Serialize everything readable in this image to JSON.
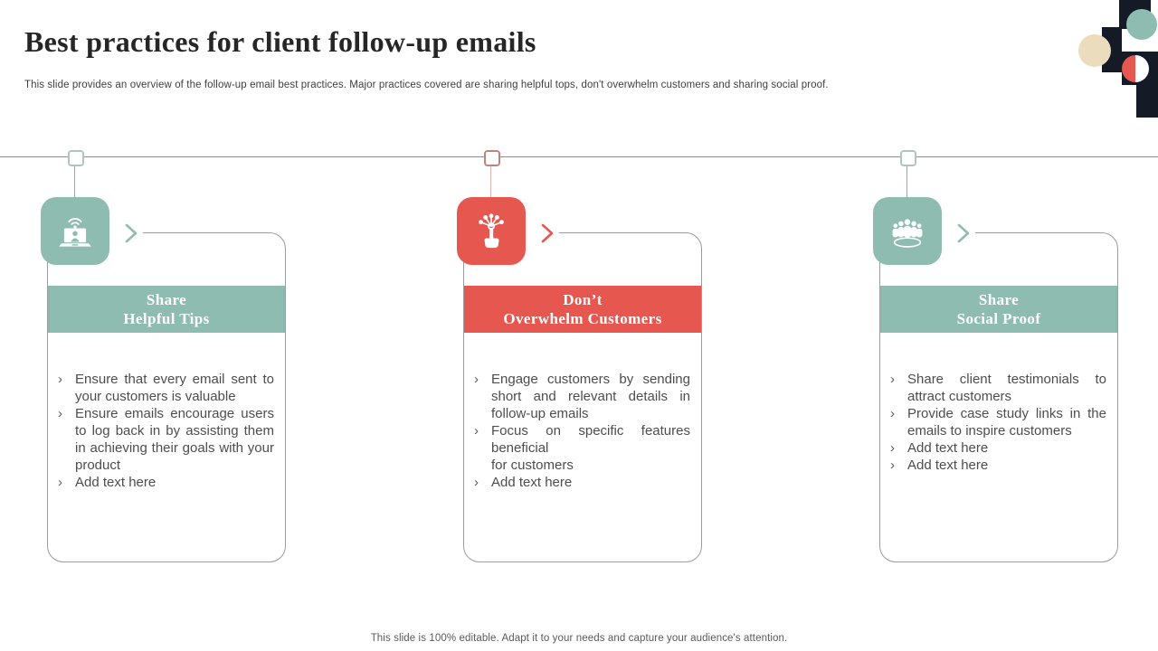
{
  "slide": {
    "title": "Best practices for client follow-up emails",
    "subtitle": "This slide provides an overview of the follow-up email best practices. Major practices covered are sharing helpful tops, don't overwhelm customers and sharing social proof.",
    "footer": "This slide is 100% editable. Adapt it to your needs and capture your audience's attention."
  },
  "bullet_glyph": "›",
  "colors": {
    "teal": "#8FBCB1",
    "red": "#E5574F",
    "dark_navy": "#141B26",
    "beige": "#EBDCBE",
    "timeline_gray": "#8C8C8C",
    "card_border": "#9C9C9C",
    "body_text": "#4D4D4D"
  },
  "columns": [
    {
      "accent": "teal",
      "icon": "webinar-laptop-icon",
      "heading_line1": "Share",
      "heading_line2": "Helpful Tips",
      "bullets": [
        "Ensure that every email sent to your customers is valuable",
        "Ensure emails encourage users to log back in by assisting them in achieving their goals with your product",
        "Add text here"
      ]
    },
    {
      "accent": "red",
      "icon": "tap-network-icon",
      "heading_line1": "Don’t",
      "heading_line2": "Overwhelm Customers",
      "bullets": [
        "Engage customers by sending short and relevant details in follow-up emails",
        "Focus on specific features beneficial\nfor customers",
        "Add text here"
      ]
    },
    {
      "accent": "teal",
      "icon": "people-group-icon",
      "heading_line1": "Share",
      "heading_line2": "Social Proof",
      "bullets": [
        "Share client testimonials to attract customers",
        "Provide case study links in the emails to inspire customers",
        "Add text here",
        "Add text here"
      ]
    }
  ]
}
